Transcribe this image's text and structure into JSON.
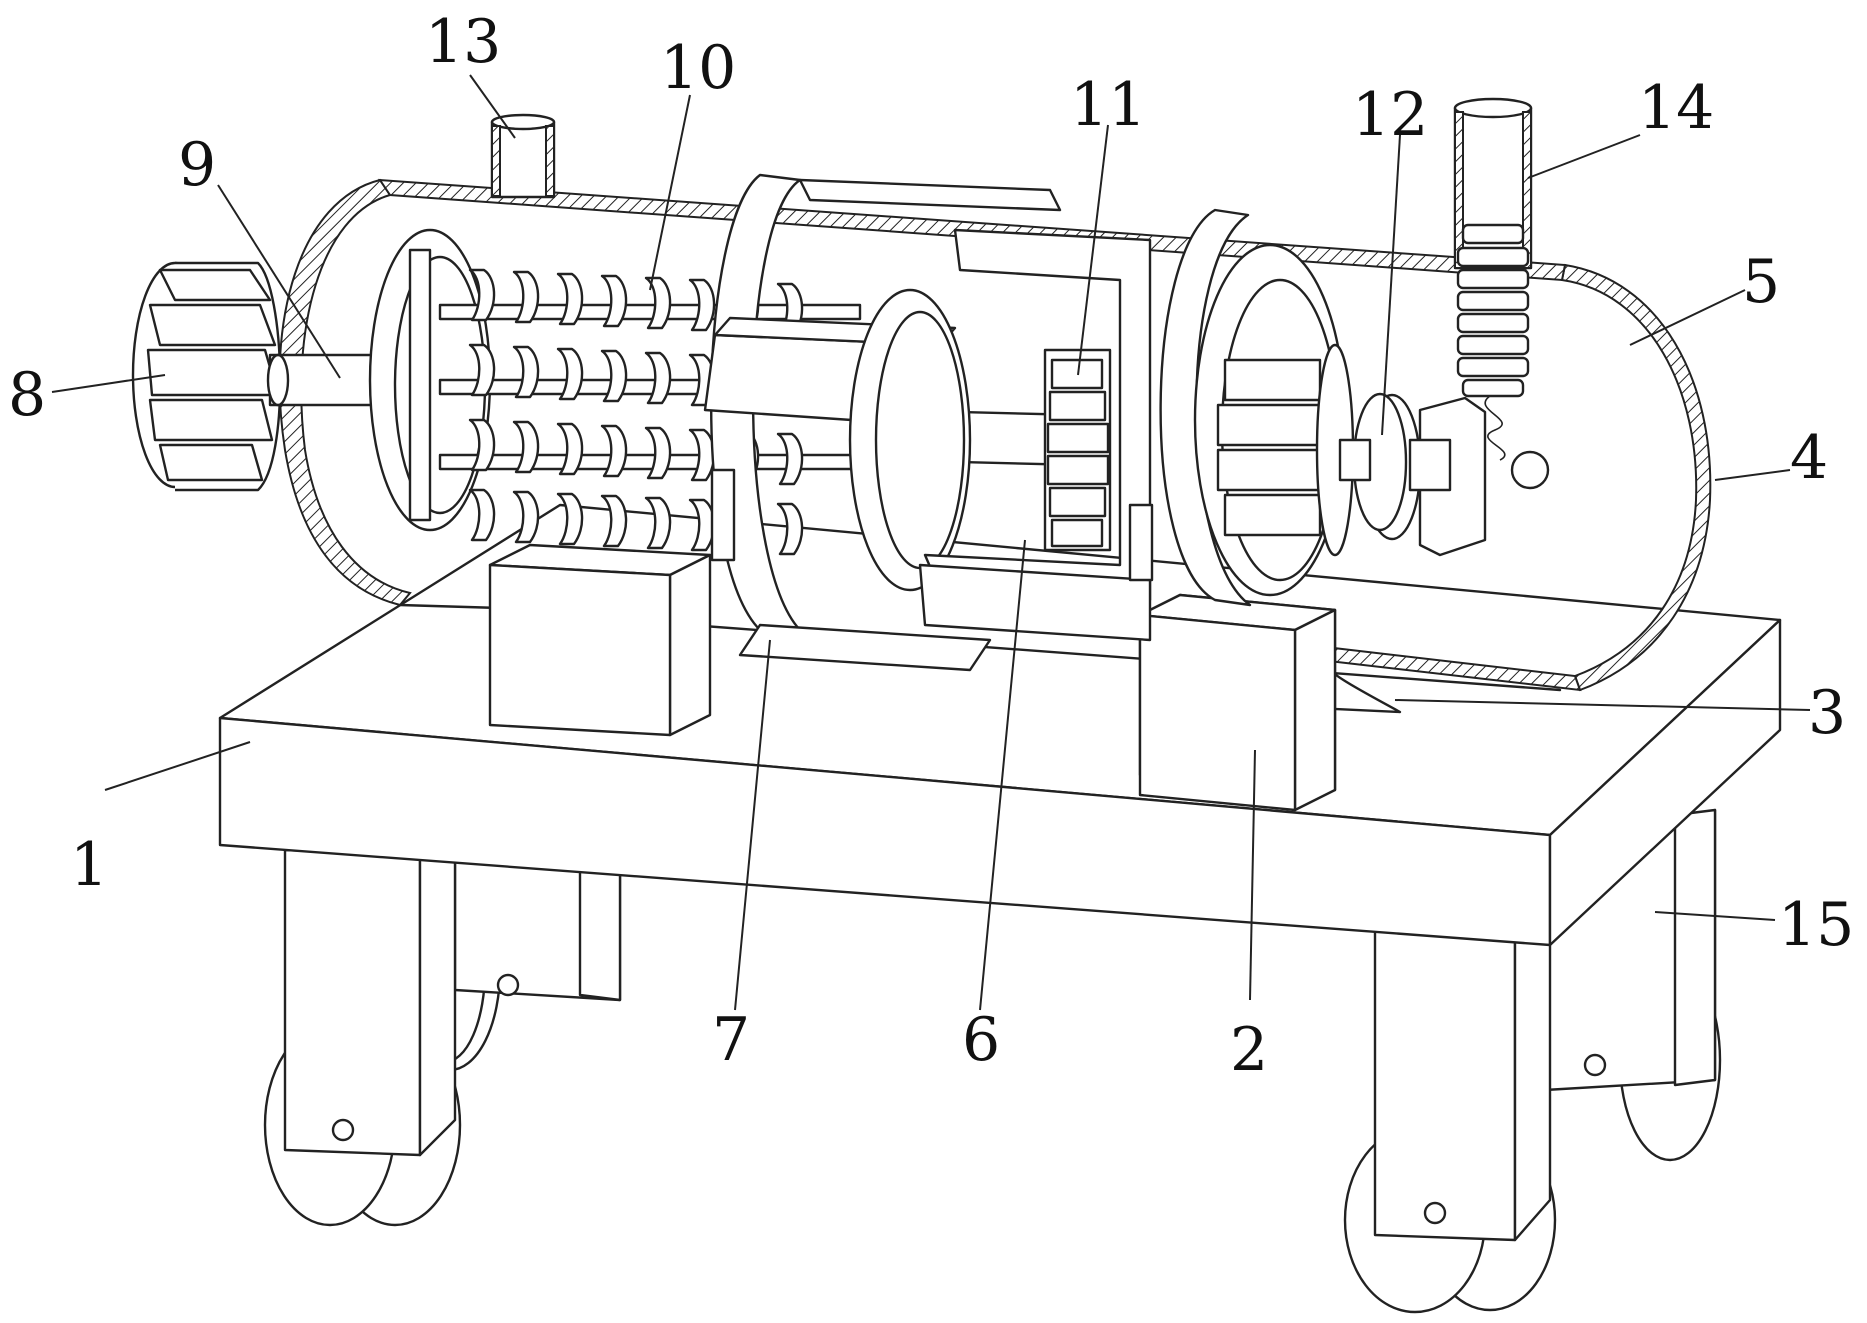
{
  "figure": {
    "labels": [
      {
        "id": "1",
        "text": "1"
      },
      {
        "id": "2",
        "text": "2"
      },
      {
        "id": "3",
        "text": "3"
      },
      {
        "id": "4",
        "text": "4"
      },
      {
        "id": "5",
        "text": "5"
      },
      {
        "id": "6",
        "text": "6"
      },
      {
        "id": "7",
        "text": "7"
      },
      {
        "id": "8",
        "text": "8"
      },
      {
        "id": "9",
        "text": "9"
      },
      {
        "id": "10",
        "text": "10"
      },
      {
        "id": "11",
        "text": "11"
      },
      {
        "id": "12",
        "text": "12"
      },
      {
        "id": "13",
        "text": "13"
      },
      {
        "id": "14",
        "text": "14"
      },
      {
        "id": "15",
        "text": "15"
      }
    ]
  }
}
